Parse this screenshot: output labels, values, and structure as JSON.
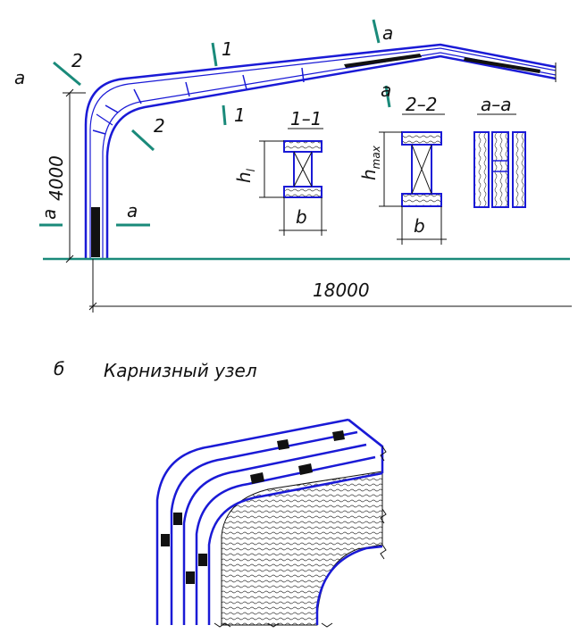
{
  "colors": {
    "frame": "#1a1ad6",
    "ground": "#1a8a7a",
    "ink": "#111111",
    "wood": "#222222"
  },
  "top_view": {
    "label_a_left": "а",
    "section_mark_2": "2",
    "section_mark_2b": "2",
    "section_mark_1": "1",
    "section_mark_1b": "1",
    "section_mark_a_top": "а",
    "section_mark_a_mid": "а",
    "left_section_a1": "а",
    "left_section_a2": "а",
    "height_dim": "4000",
    "span_dim": "18000"
  },
  "sections": {
    "s11_title": "1–1",
    "s11_h": "h",
    "s11_h_sub": "l",
    "s11_b": "b",
    "s22_title": "2–2",
    "s22_h": "h",
    "s22_h_sub": "max",
    "s22_b": "b",
    "saa_title": "а–а"
  },
  "detail": {
    "letter": "б",
    "caption": "Карнизный узел"
  }
}
